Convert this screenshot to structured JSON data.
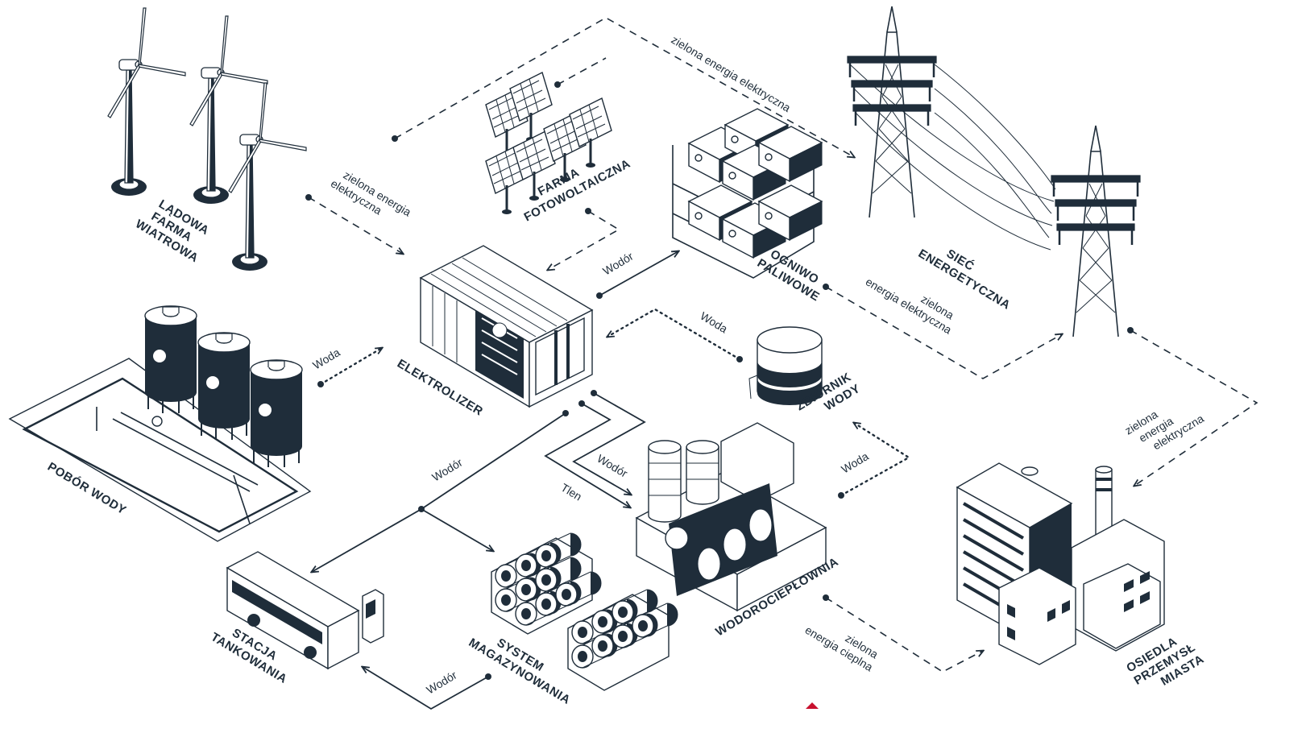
{
  "labels": {
    "wind_farm": [
      "LĄDOWA",
      "FARMA",
      "WIATROWA"
    ],
    "pv_farm": [
      "FARMA",
      "FOTOWOLTAICZNA"
    ],
    "fuel_cell": [
      "OGNIWO",
      "PALIWOWE"
    ],
    "grid": [
      "SIEĆ",
      "ENERGETYCZNA"
    ],
    "electrolyzer": "ELEKTROLIZER",
    "water_tank": [
      "ZBIORNIK",
      "WODY"
    ],
    "water_intake": "POBÓR WODY",
    "chp": "WODOROCIEPŁOWNIA",
    "settlements": [
      "OSIEDLA",
      "PRZEMYSŁ",
      "MIASTA"
    ],
    "fuel_station": [
      "STACJA",
      "TANKOWANIA"
    ],
    "storage": [
      "SYSTEM",
      "MAGAZYNOWANIA"
    ]
  },
  "flows": {
    "green_elec_top": "zielona energia elektryczna",
    "green_elec_left": [
      "zielona energia",
      "elektryczna"
    ],
    "green_elec_fuelcell": [
      "zielona",
      "energia elektryczna"
    ],
    "green_elec_right": [
      "zielona",
      "energia",
      "elektryczna"
    ],
    "green_heat": [
      "zielona",
      "energia cieplna"
    ],
    "hydrogen_fc": "Wodór",
    "water_tank": "Woda",
    "water_intake": "Woda",
    "water_chp": "Woda",
    "hydrogen_main": "Wodór",
    "hydrogen_chp": "Wodór",
    "oxygen": "Tlen",
    "hydrogen_bus": "Wodór"
  },
  "colors": {
    "ink": "#1f2d3a",
    "accent": "#c8102e",
    "background": "#ffffff"
  }
}
